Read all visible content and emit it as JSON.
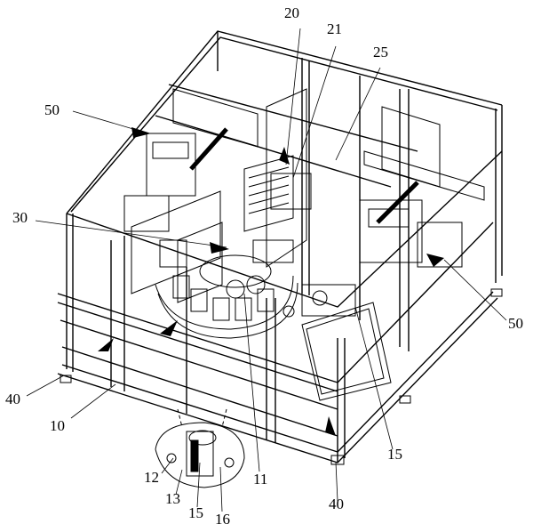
{
  "figure": {
    "labels": {
      "l20": "20",
      "l21": "21",
      "l25": "25",
      "l50a": "50",
      "l30": "30",
      "l50b": "50",
      "l40a": "40",
      "l10": "10",
      "l11": "11",
      "l15a": "15",
      "l40b": "40",
      "l12": "12",
      "l13": "13",
      "l15b": "15",
      "l16": "16"
    },
    "line_color": "#000000",
    "background": "#ffffff"
  }
}
